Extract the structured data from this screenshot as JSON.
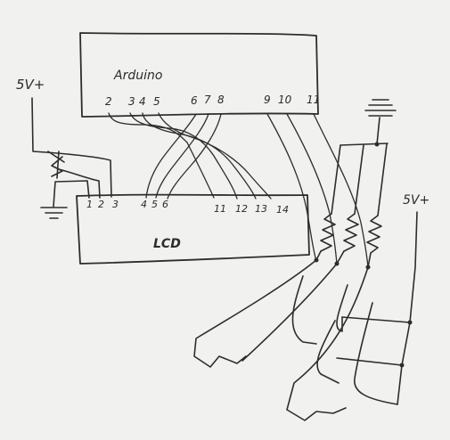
{
  "arduino": {
    "label": "Arduino",
    "pins": [
      "2",
      "3",
      "4",
      "5",
      "6",
      "7",
      "8",
      "9",
      "10",
      "11"
    ]
  },
  "lcd": {
    "label": "LCD",
    "pins": [
      "1",
      "2",
      "3",
      "4",
      "5",
      "6",
      "11",
      "12",
      "13",
      "14"
    ]
  },
  "power": {
    "left": "5V+",
    "right": "5V+"
  },
  "colors": {
    "ink": "#2d2d2d",
    "paper": "#f1f1ef"
  }
}
